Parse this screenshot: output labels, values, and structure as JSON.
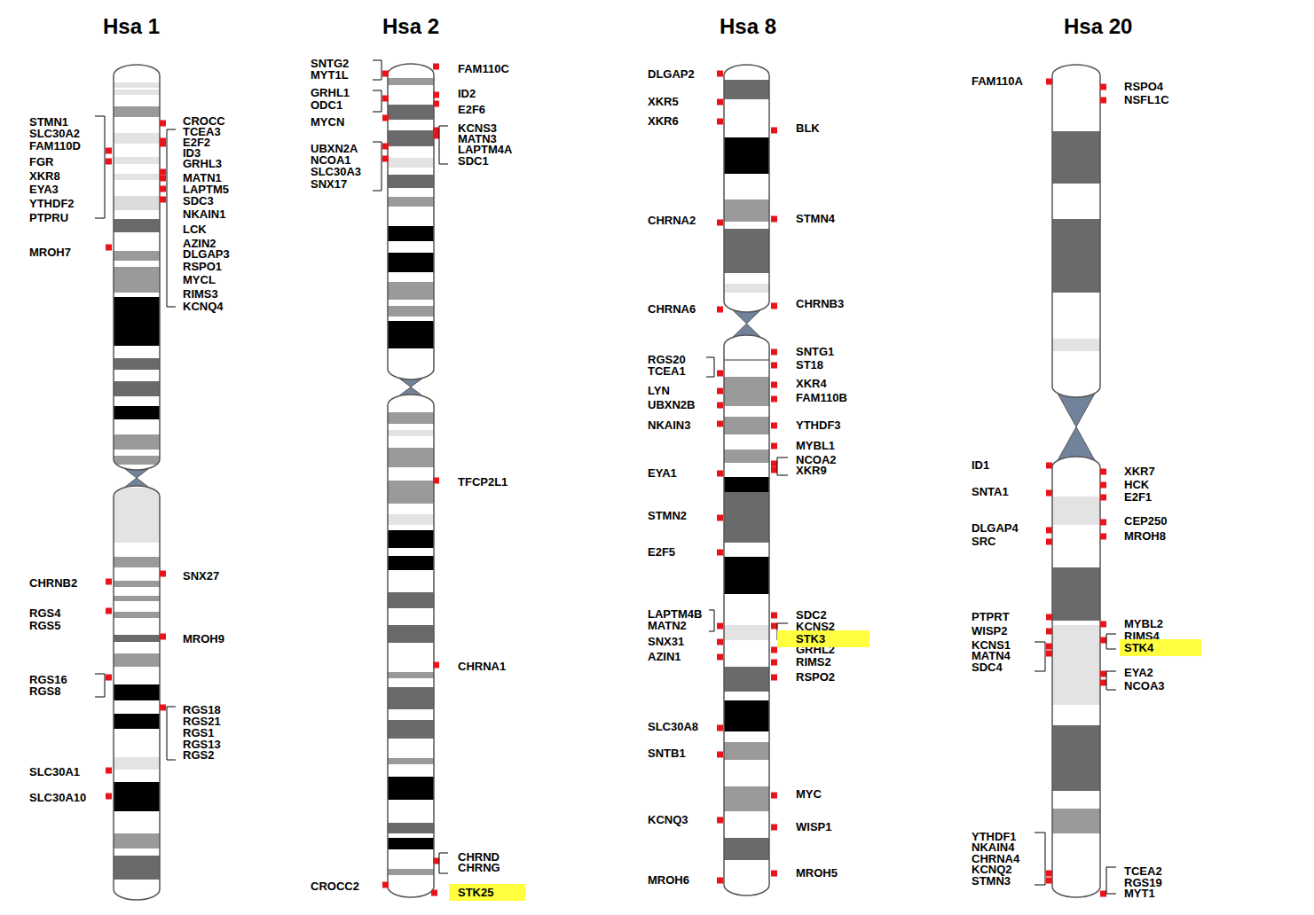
{
  "diagram": {
    "nodes": [
      {
        "text": [
          "STK25"
        ]
      },
      {
        "text": [
          "STK3"
        ]
      },
      {
        "text": [
          "STK4"
        ]
      }
    ],
    "labels": [
      "Hsa 1",
      "STMN1",
      "SLC30A2",
      "FAM110D",
      "FGR",
      "XKR8",
      "EYA3",
      "YTHDF2",
      "PTPRU",
      "MROH7",
      "CHRNB2",
      "RGS4",
      "RGS5",
      "RGS16",
      "RGS8",
      "SLC30A1",
      "SLC30A10",
      "CROCC",
      "TCEA3",
      "E2F2",
      "ID3",
      "GRHL3",
      "MATN1",
      "LAPTM5",
      "SDC3",
      "NKAIN1",
      "LCK",
      "AZIN2",
      "DLGAP3",
      "RSPO1",
      "MYCL",
      "RIMS3",
      "KCNQ4",
      "SNX27",
      "MROH9",
      "RGS18",
      "RGS21",
      "RGS1",
      "RGS13",
      "RGS2",
      "Hsa 2",
      "SNTG2",
      "MYT1L",
      "GRHL1",
      "ODC1",
      "MYCN",
      "UBXN2A",
      "NCOA1",
      "SLC30A3",
      "SNX17",
      "CROCC2",
      "FAM110C",
      "ID2",
      "E2F6",
      "KCNS3",
      "MATN3",
      "LAPTM4A",
      "SDC1",
      "TFCP2L1",
      "CHRNA1",
      "CHRND",
      "CHRNG",
      "Hsa 8",
      "DLGAP2",
      "XKR5",
      "XKR6",
      "CHRNA2",
      "CHRNA6",
      "RGS20",
      "TCEA1",
      "LYN",
      "UBXN2B",
      "NKAIN3",
      "EYA1",
      "STMN2",
      "E2F5",
      "LAPTM4B",
      "MATN2",
      "SNX31",
      "AZIN1",
      "SLC30A8",
      "SNTB1",
      "KCNQ3",
      "MROH6",
      "BLK",
      "STMN4",
      "CHRNB3",
      "SNTG1",
      "ST18",
      "XKR4",
      "FAM110B",
      "YTHDF3",
      "MYBL1",
      "NCOA2",
      "XKR9",
      "SDC2",
      "KCNS2",
      "GRHL2",
      "RIMS2",
      "RSPO2",
      "MYC",
      "WISP1",
      "MROH5",
      "Hsa 20",
      "FAM110A",
      "ID1",
      "SNTA1",
      "DLGAP4",
      "SRC",
      "PTPRT",
      "WISP2",
      "KCNS1",
      "MATN4",
      "SDC4",
      "YTHDF1",
      "NKAIN4",
      "CHRNA4",
      "KCNQ2",
      "STMN3",
      "RSPO4",
      "NSFL1C",
      "XKR7",
      "HCK",
      "E2F1",
      "CEP250",
      "MROH8",
      "MYBL2",
      "RIMS4",
      "EYA2",
      "NCOA3",
      "TCEA2",
      "RGS19",
      "MYT1"
    ]
  }
}
